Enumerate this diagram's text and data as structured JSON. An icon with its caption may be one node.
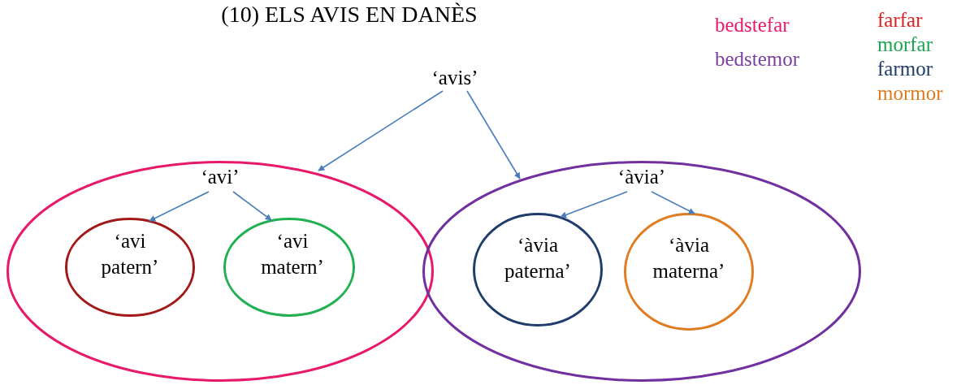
{
  "diagram": {
    "title": "(10) ELS AVIS EN DANÈS",
    "nodes": [
      {
        "text": [
          "‘avis’"
        ]
      },
      {
        "text": [
          "‘avi’"
        ]
      },
      {
        "text": [
          "‘avi patern’"
        ],
        "in": 1
      },
      {
        "text": [
          "‘avi matern’"
        ],
        "in": 1
      },
      {
        "text": [
          "‘àvia’"
        ]
      },
      {
        "text": [
          "‘àvia paterna’"
        ],
        "in": 4
      },
      {
        "text": [
          "‘àvia materna’"
        ],
        "in": 4
      }
    ],
    "edges": [
      {
        "from": 0,
        "to": 1,
        "arrow": "to"
      },
      {
        "from": 0,
        "to": 4,
        "arrow": "to"
      },
      {
        "from": 1,
        "to": 2,
        "arrow": "to"
      },
      {
        "from": 1,
        "to": 3,
        "arrow": "to"
      },
      {
        "from": 4,
        "to": 5,
        "arrow": "to"
      },
      {
        "from": 4,
        "to": 6,
        "arrow": "to"
      }
    ],
    "legend": [
      {
        "text": "bedstefar",
        "color": "#e8196b"
      },
      {
        "text": "bedstemor",
        "color": "#7a3fa0"
      },
      {
        "text": "farfar",
        "color": "#e02020"
      },
      {
        "text": "morfar",
        "color": "#1aa850"
      },
      {
        "text": "farmor",
        "color": "#1f3c6b"
      },
      {
        "text": "mormor",
        "color": "#e07b20"
      }
    ]
  }
}
